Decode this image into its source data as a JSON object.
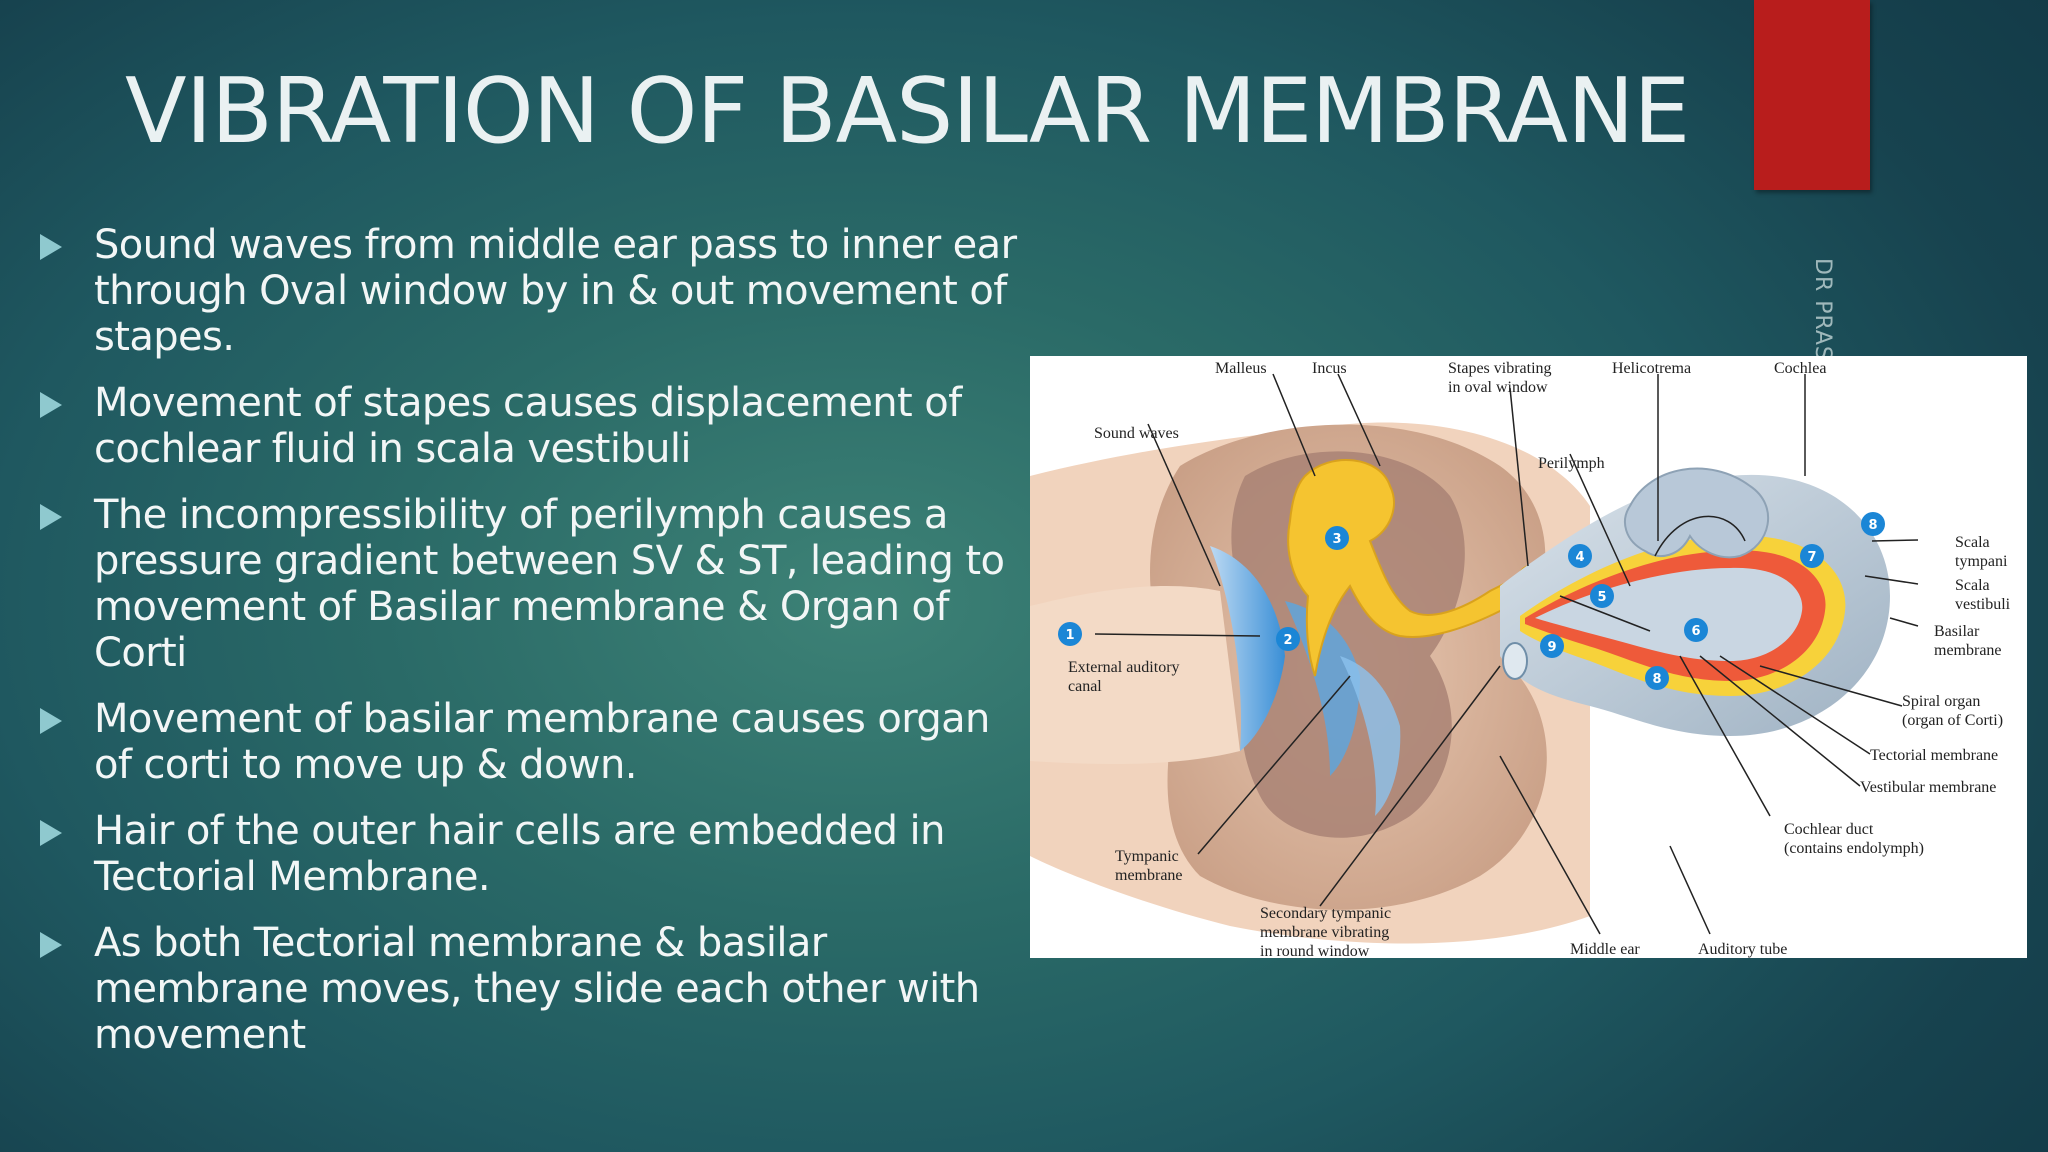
{
  "slide": {
    "title": "VIBRATION OF BASILAR MEMBRANE",
    "side_credit": "DR PRASA",
    "accent_color": "#b81d1c",
    "bullet_icon": "play-triangle-icon",
    "bullets": [
      "Sound waves from middle ear pass to inner ear through Oval window by in & out movement of stapes.",
      "Movement of stapes causes displacement of cochlear fluid in scala vestibuli",
      "The incompressibility of perilymph causes a pressure gradient between SV & ST, leading to movement of Basilar membrane & Organ of Corti",
      "Movement of basilar membrane causes organ of corti to move up & down.",
      "Hair of the outer hair cells are embedded in Tectorial Membrane.",
      "As both Tectorial membrane & basilar membrane moves, they slide each other with movement"
    ]
  },
  "figure": {
    "labels": {
      "malleus": "Malleus",
      "incus": "Incus",
      "stapes_1": "Stapes vibrating",
      "stapes_2": "in oval window",
      "helicotrema": "Helicotrema",
      "cochlea": "Cochlea",
      "sound_waves": "Sound waves",
      "perilymph": "Perilymph",
      "scala_tympani_1": "Scala",
      "scala_tympani_2": "tympani",
      "scala_vestibuli_1": "Scala",
      "scala_vestibuli_2": "vestibuli",
      "basilar_1": "Basilar",
      "basilar_2": "membrane",
      "eac_1": "External auditory",
      "eac_2": "canal",
      "spiral_1": "Spiral organ",
      "spiral_2": "(organ of Corti)",
      "tectorial": "Tectorial membrane",
      "vestibular": "Vestibular membrane",
      "cochlear_duct_1": "Cochlear duct",
      "cochlear_duct_2": "(contains endolymph)",
      "tympanic_1": "Tympanic",
      "tympanic_2": "membrane",
      "secondary_1": "Secondary tympanic",
      "secondary_2": "membrane vibrating",
      "secondary_3": "in round window",
      "middle_ear": "Middle ear",
      "auditory_tube": "Auditory tube"
    },
    "step_numbers": [
      "1",
      "2",
      "3",
      "4",
      "5",
      "6",
      "7",
      "8",
      "8",
      "9"
    ]
  }
}
